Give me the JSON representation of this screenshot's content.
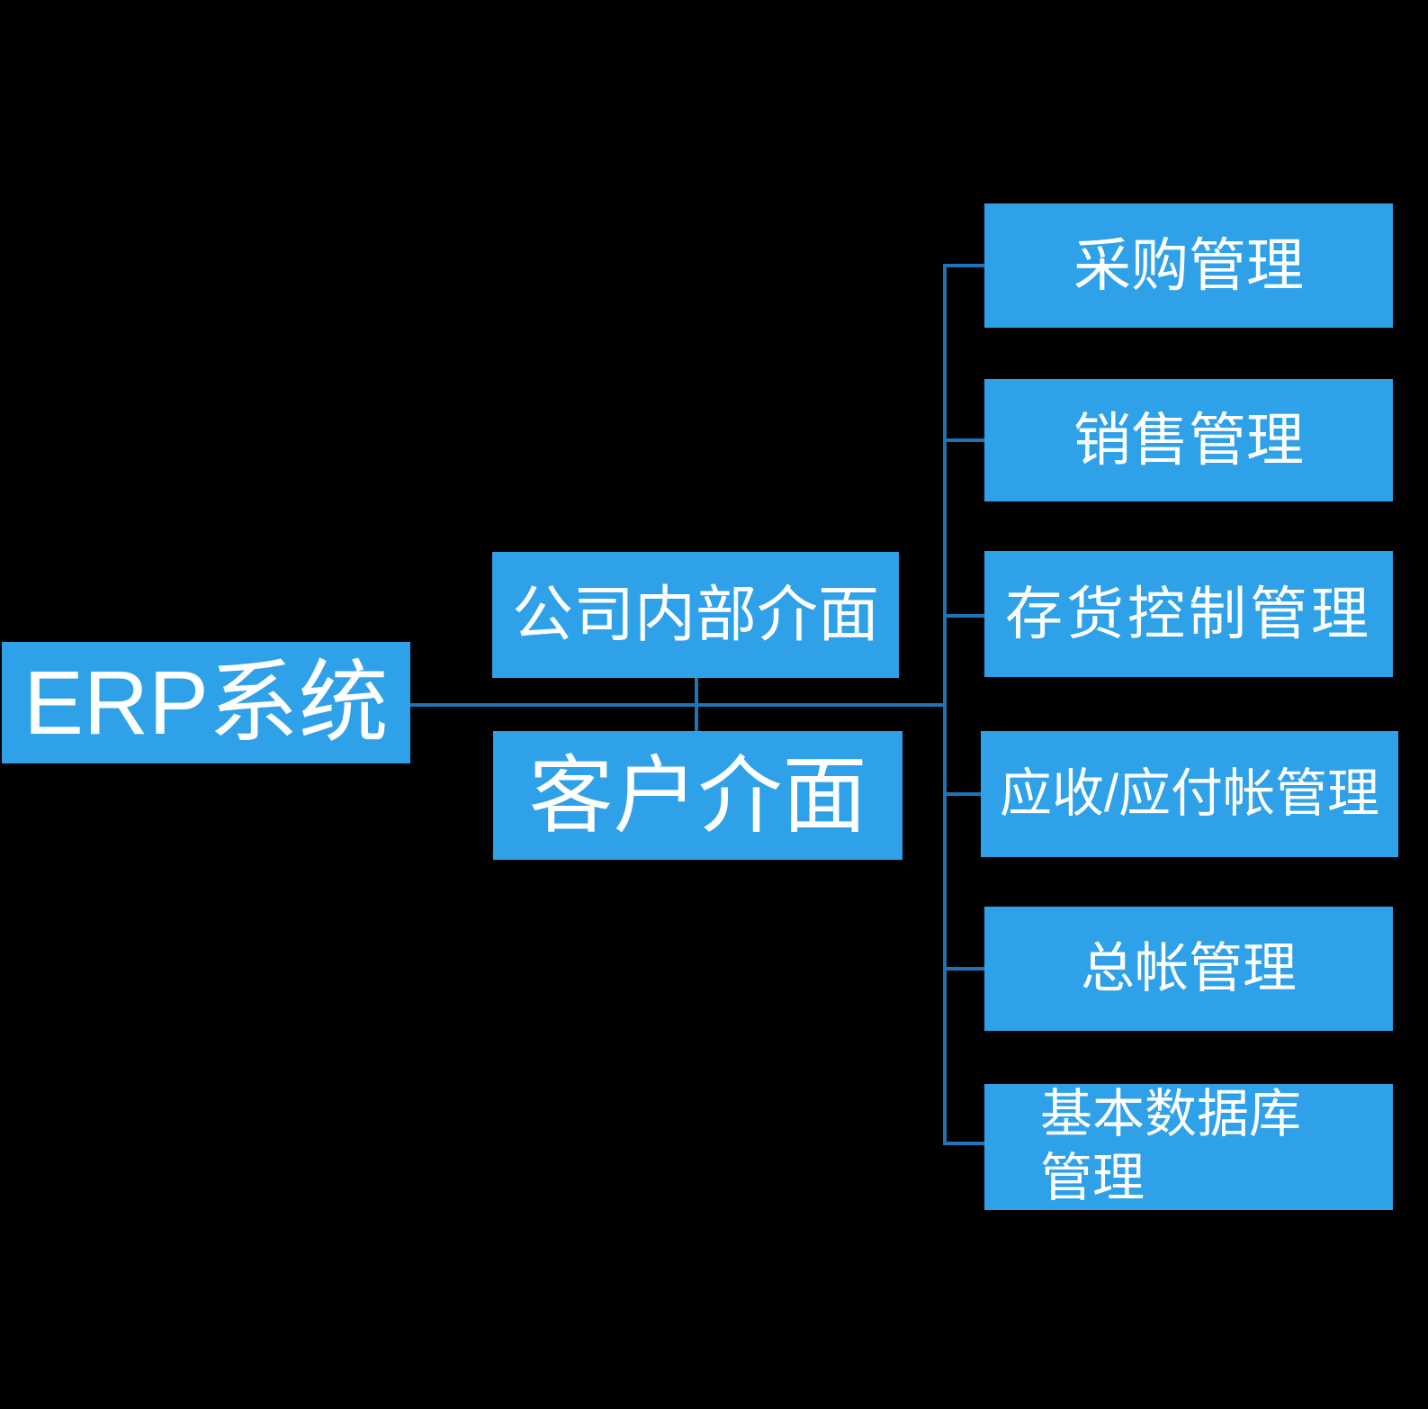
{
  "colors": {
    "background": "#000000",
    "box_fill": "#2EA1E8",
    "connector": "#2073B4",
    "text": "#FFFFFF"
  },
  "nodes": {
    "root": {
      "label": "ERP系统"
    },
    "level2": [
      {
        "label": "公司内部介面"
      },
      {
        "label": "客户介面"
      }
    ],
    "level3": [
      {
        "label": "采购管理"
      },
      {
        "label": "销售管理"
      },
      {
        "label": "存货控制管理"
      },
      {
        "label": "应收/应付帐管理"
      },
      {
        "label": "总帐管理"
      },
      {
        "label": "基本数据库管理",
        "lines": [
          "基本数据库",
          "管理"
        ]
      }
    ]
  }
}
